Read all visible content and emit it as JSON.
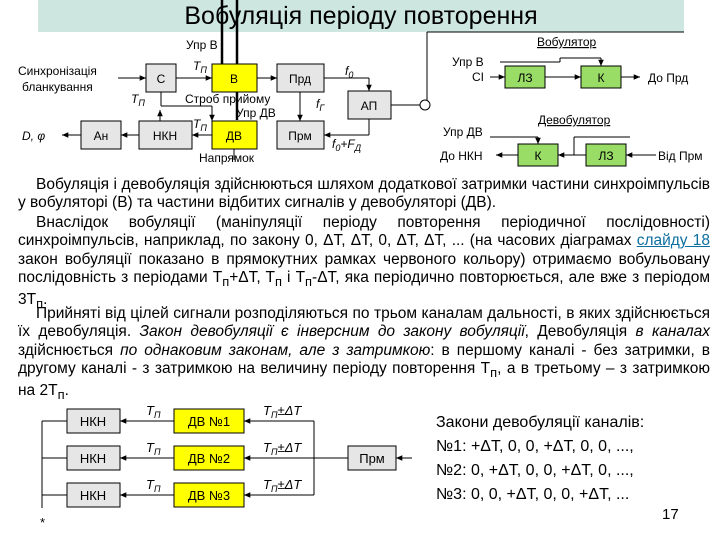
{
  "title": "Вобуляція періоду повторення",
  "top_diagram": {
    "upr_b": "Упр В",
    "sync_label": "Синхронізація",
    "blank_label": "бланкування",
    "block_c": "С",
    "block_b": "В",
    "block_prd": "Прд",
    "block_ap": "АП",
    "block_an": "Ан",
    "block_nkn": "НКН",
    "block_dv": "ДВ",
    "block_prm": "Прм",
    "tp_sym": "T",
    "tp_sub": "П",
    "strob": "Строб прийому",
    "upr_dv": "Упр ДВ",
    "d_phi": "D, φ",
    "napryamok": "Напрямок",
    "f0_sym": "f",
    "f0_sub": "0",
    "fg_sym": "f",
    "fg_sub": "Г",
    "f0fd_a": "f",
    "f0fd_b": "0",
    "f0fd_c": "+F",
    "f0fd_d": "Д"
  },
  "vobulator": {
    "title": "Вобулятор",
    "upr_b": "Упр В",
    "ci": "СІ",
    "lz": "ЛЗ",
    "k": "К",
    "out": "До Прд"
  },
  "devobulator": {
    "title": "Девобулятор",
    "upr_dv": "Упр ДВ",
    "out": "До НКН",
    "k": "К",
    "lz": "ЛЗ",
    "in": "Від Прм"
  },
  "paragraphs": {
    "p1": "Вобуляція і девобуляція здійснюються шляхом додаткової затримки частини синхроімпульсів у вобуляторі (В) та частини відбитих сигналів у девобуляторі (ДВ).",
    "p2_a": "Внаслідок вобуляції (маніпуляції періоду повторення періодичної послідовності) синхроімпульсів, наприклад, по закону 0, ΔT, ΔT, 0, ΔT, ΔT, ... (на часових діаграмах ",
    "p2_link": "слайду 18",
    "p2_b": " закон вобуляції показано в прямокутних рамках червоного кольору) отримаємо вобульовану послідовність з періодами T",
    "p2_c": "+ΔT, T",
    "p2_d": " і T",
    "p2_e": "-ΔT, яка періодично повторюється, але вже з періодом 3T",
    "p2_f": ".",
    "sub_p": "п",
    "p3_a": "Прийняті від цілей сигнали розподіляються по трьом каналам дальності, в яких здійснюється їх девобуляція. ",
    "p3_b": "Закон девобуляції є інверсним до закону вобуляції",
    "p3_c": ", Девобуляція ",
    "p3_d": "в каналах",
    "p3_e": " здійснюється ",
    "p3_f": "по однаковим законам, але з затримкою",
    "p3_g": ": в першому каналі - без затримки, в другому каналі - з затримкою на величину періоду повторення T",
    "p3_h": ", а в третьому – з затримкою на 2T",
    "p3_i": "."
  },
  "bottom_diagram": {
    "nkn": "НКН",
    "dv1": "ДВ №1",
    "dv2": "ДВ №2",
    "dv3": "ДВ №3",
    "prm": "Прм",
    "tp_sym": "T",
    "tp_sub": "П",
    "pm": "±ΔT",
    "asterisk": "*"
  },
  "laws": {
    "title": "Закони девобуляції каналів:",
    "ch1": "№1: +ΔT, 0, 0, +ΔT, 0, 0, ...,",
    "ch2": "№2: 0, +ΔT, 0, 0, +ΔT, 0, ...,",
    "ch3": "№3: 0, 0, +ΔT, 0, 0, +ΔT, ..."
  },
  "page_number": "17",
  "colors": {
    "yellow_block": "#ffff00",
    "green_block": "#99dd66",
    "gray_block": "#e6e6e6",
    "title_band": "#cde6e0",
    "link": "#0b6fa0"
  }
}
